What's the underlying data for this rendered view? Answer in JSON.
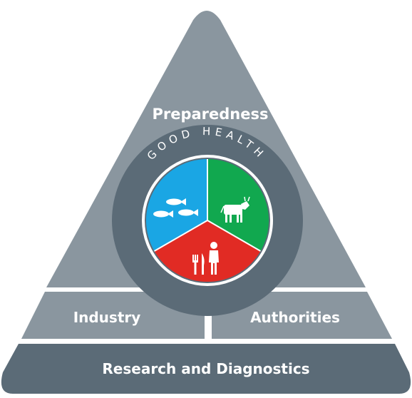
{
  "diagram": {
    "top_tier": {
      "label": "Preparedness"
    },
    "middle_tier": {
      "left": {
        "label": "Industry"
      },
      "right": {
        "label": "Authorities"
      }
    },
    "base_tier": {
      "label": "Research and Diagnostics"
    },
    "center": {
      "arc_label": "GOOD HEALTH",
      "segments": [
        {
          "name": "fish",
          "icon": "fish-icon",
          "color": "#1aa6e4"
        },
        {
          "name": "livestock",
          "icon": "cow-icon",
          "color": "#11a84f"
        },
        {
          "name": "humans",
          "icon": "person-cutlery-icon",
          "color": "#e12b24"
        }
      ]
    },
    "colors": {
      "triangle_light": "#8a969f",
      "triangle_dark": "#5b6b77",
      "ring": "#5b6b77"
    }
  }
}
